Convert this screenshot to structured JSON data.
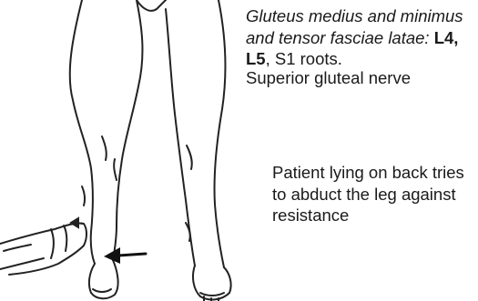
{
  "caption": {
    "muscles": "Gluteus medius and minimus and tensor fasciae latae:",
    "root_l4": "L4,",
    "root_l5": "L5",
    "roots_tail": ", S1 roots.",
    "nerve": "Superior gluteal nerve"
  },
  "instruction": {
    "text": "Patient lying on back tries to abduct the leg against resistance"
  }
}
